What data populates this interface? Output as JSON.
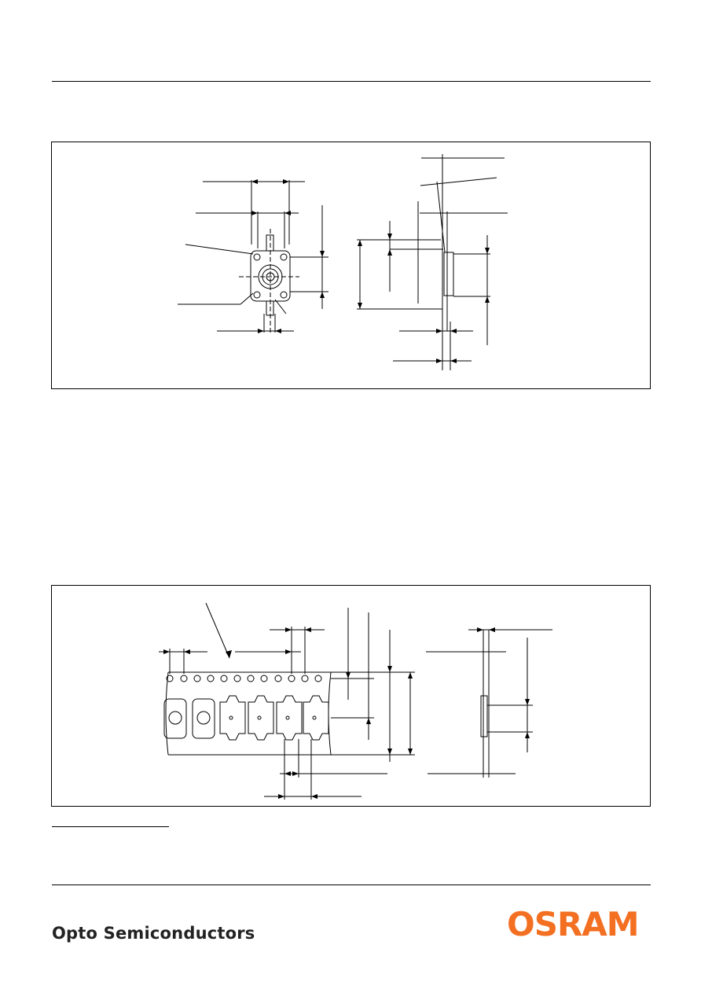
{
  "footer": {
    "company_text": "Opto Semiconductors",
    "logo": {
      "text": "OSRAM",
      "color": "#F36F21"
    }
  },
  "drawings": [
    {
      "id": "package-outline",
      "kind": "dimension-drawing"
    },
    {
      "id": "tape-and-reel",
      "kind": "dimension-drawing"
    }
  ],
  "colors": {
    "line": "#000000",
    "background": "#ffffff"
  }
}
